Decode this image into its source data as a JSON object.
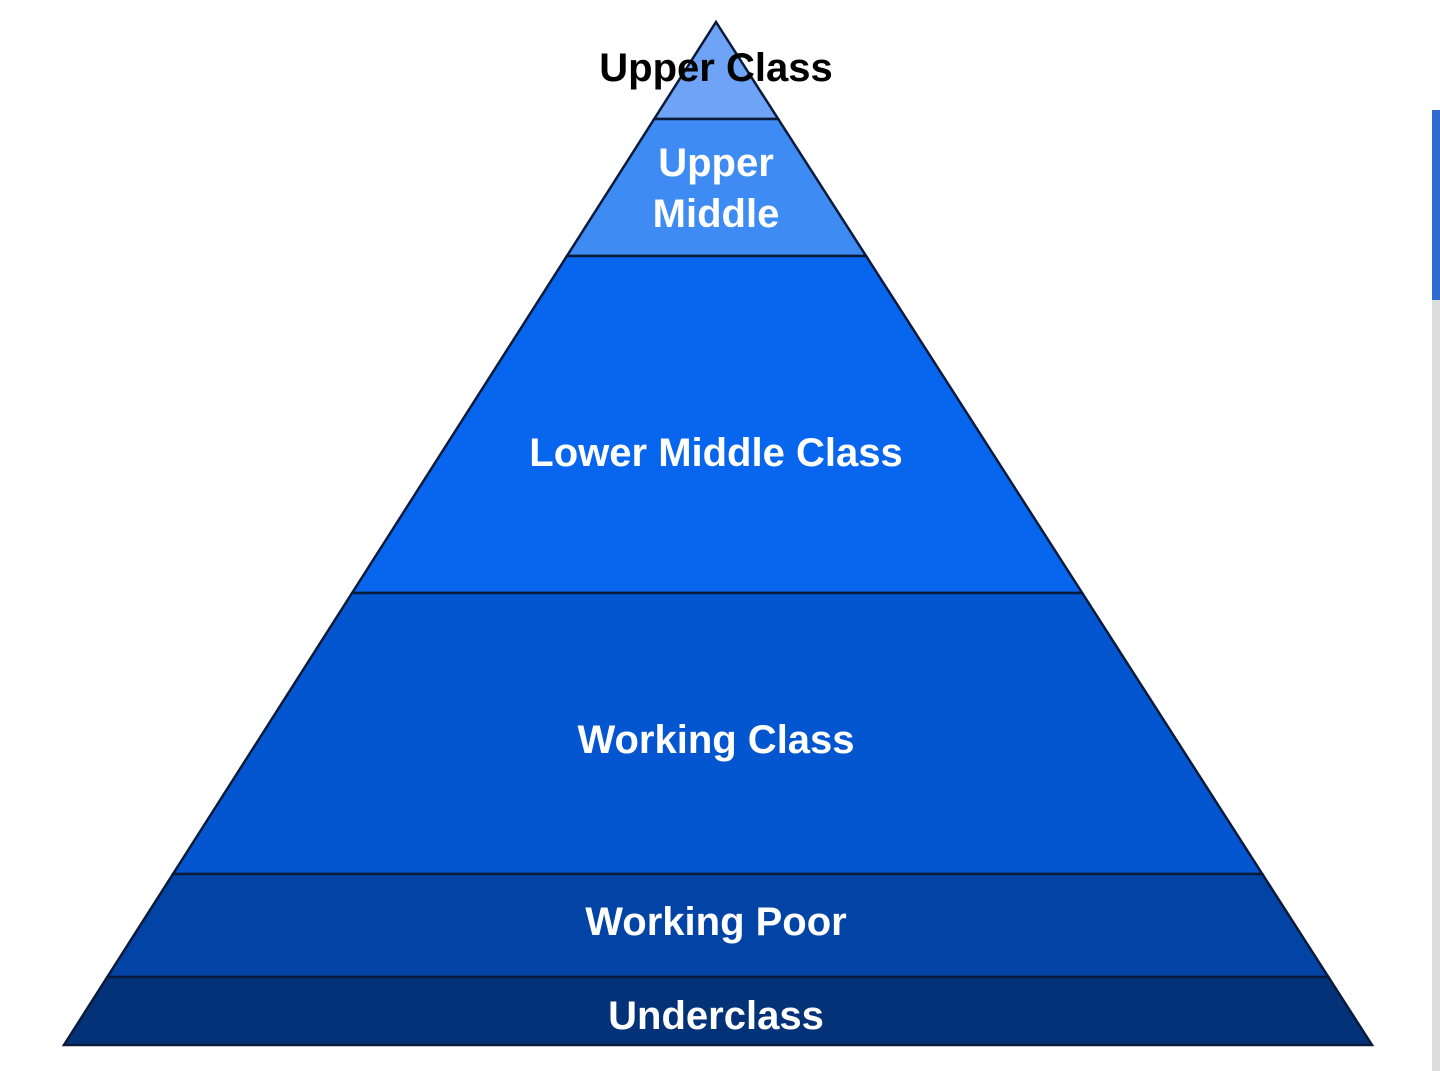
{
  "diagram": {
    "type": "pyramid",
    "tiers": [
      {
        "label_lines": [
          "Upper Class"
        ],
        "fill": "#6fa3f5",
        "label_color": "#000000"
      },
      {
        "label_lines": [
          "Upper",
          "Middle"
        ],
        "fill": "#3d8bf3",
        "label_color": "#ffffff"
      },
      {
        "label_lines": [
          "Lower Middle Class"
        ],
        "fill": "#0866ee",
        "label_color": "#ffffff"
      },
      {
        "label_lines": [
          "Working Class"
        ],
        "fill": "#0356cf",
        "label_color": "#ffffff"
      },
      {
        "label_lines": [
          "Working Poor"
        ],
        "fill": "#0244a5",
        "label_color": "#ffffff"
      },
      {
        "label_lines": [
          "Underclass"
        ],
        "fill": "#033278",
        "label_color": "#ffffff"
      }
    ],
    "outline_color": "#0a1a3a"
  }
}
